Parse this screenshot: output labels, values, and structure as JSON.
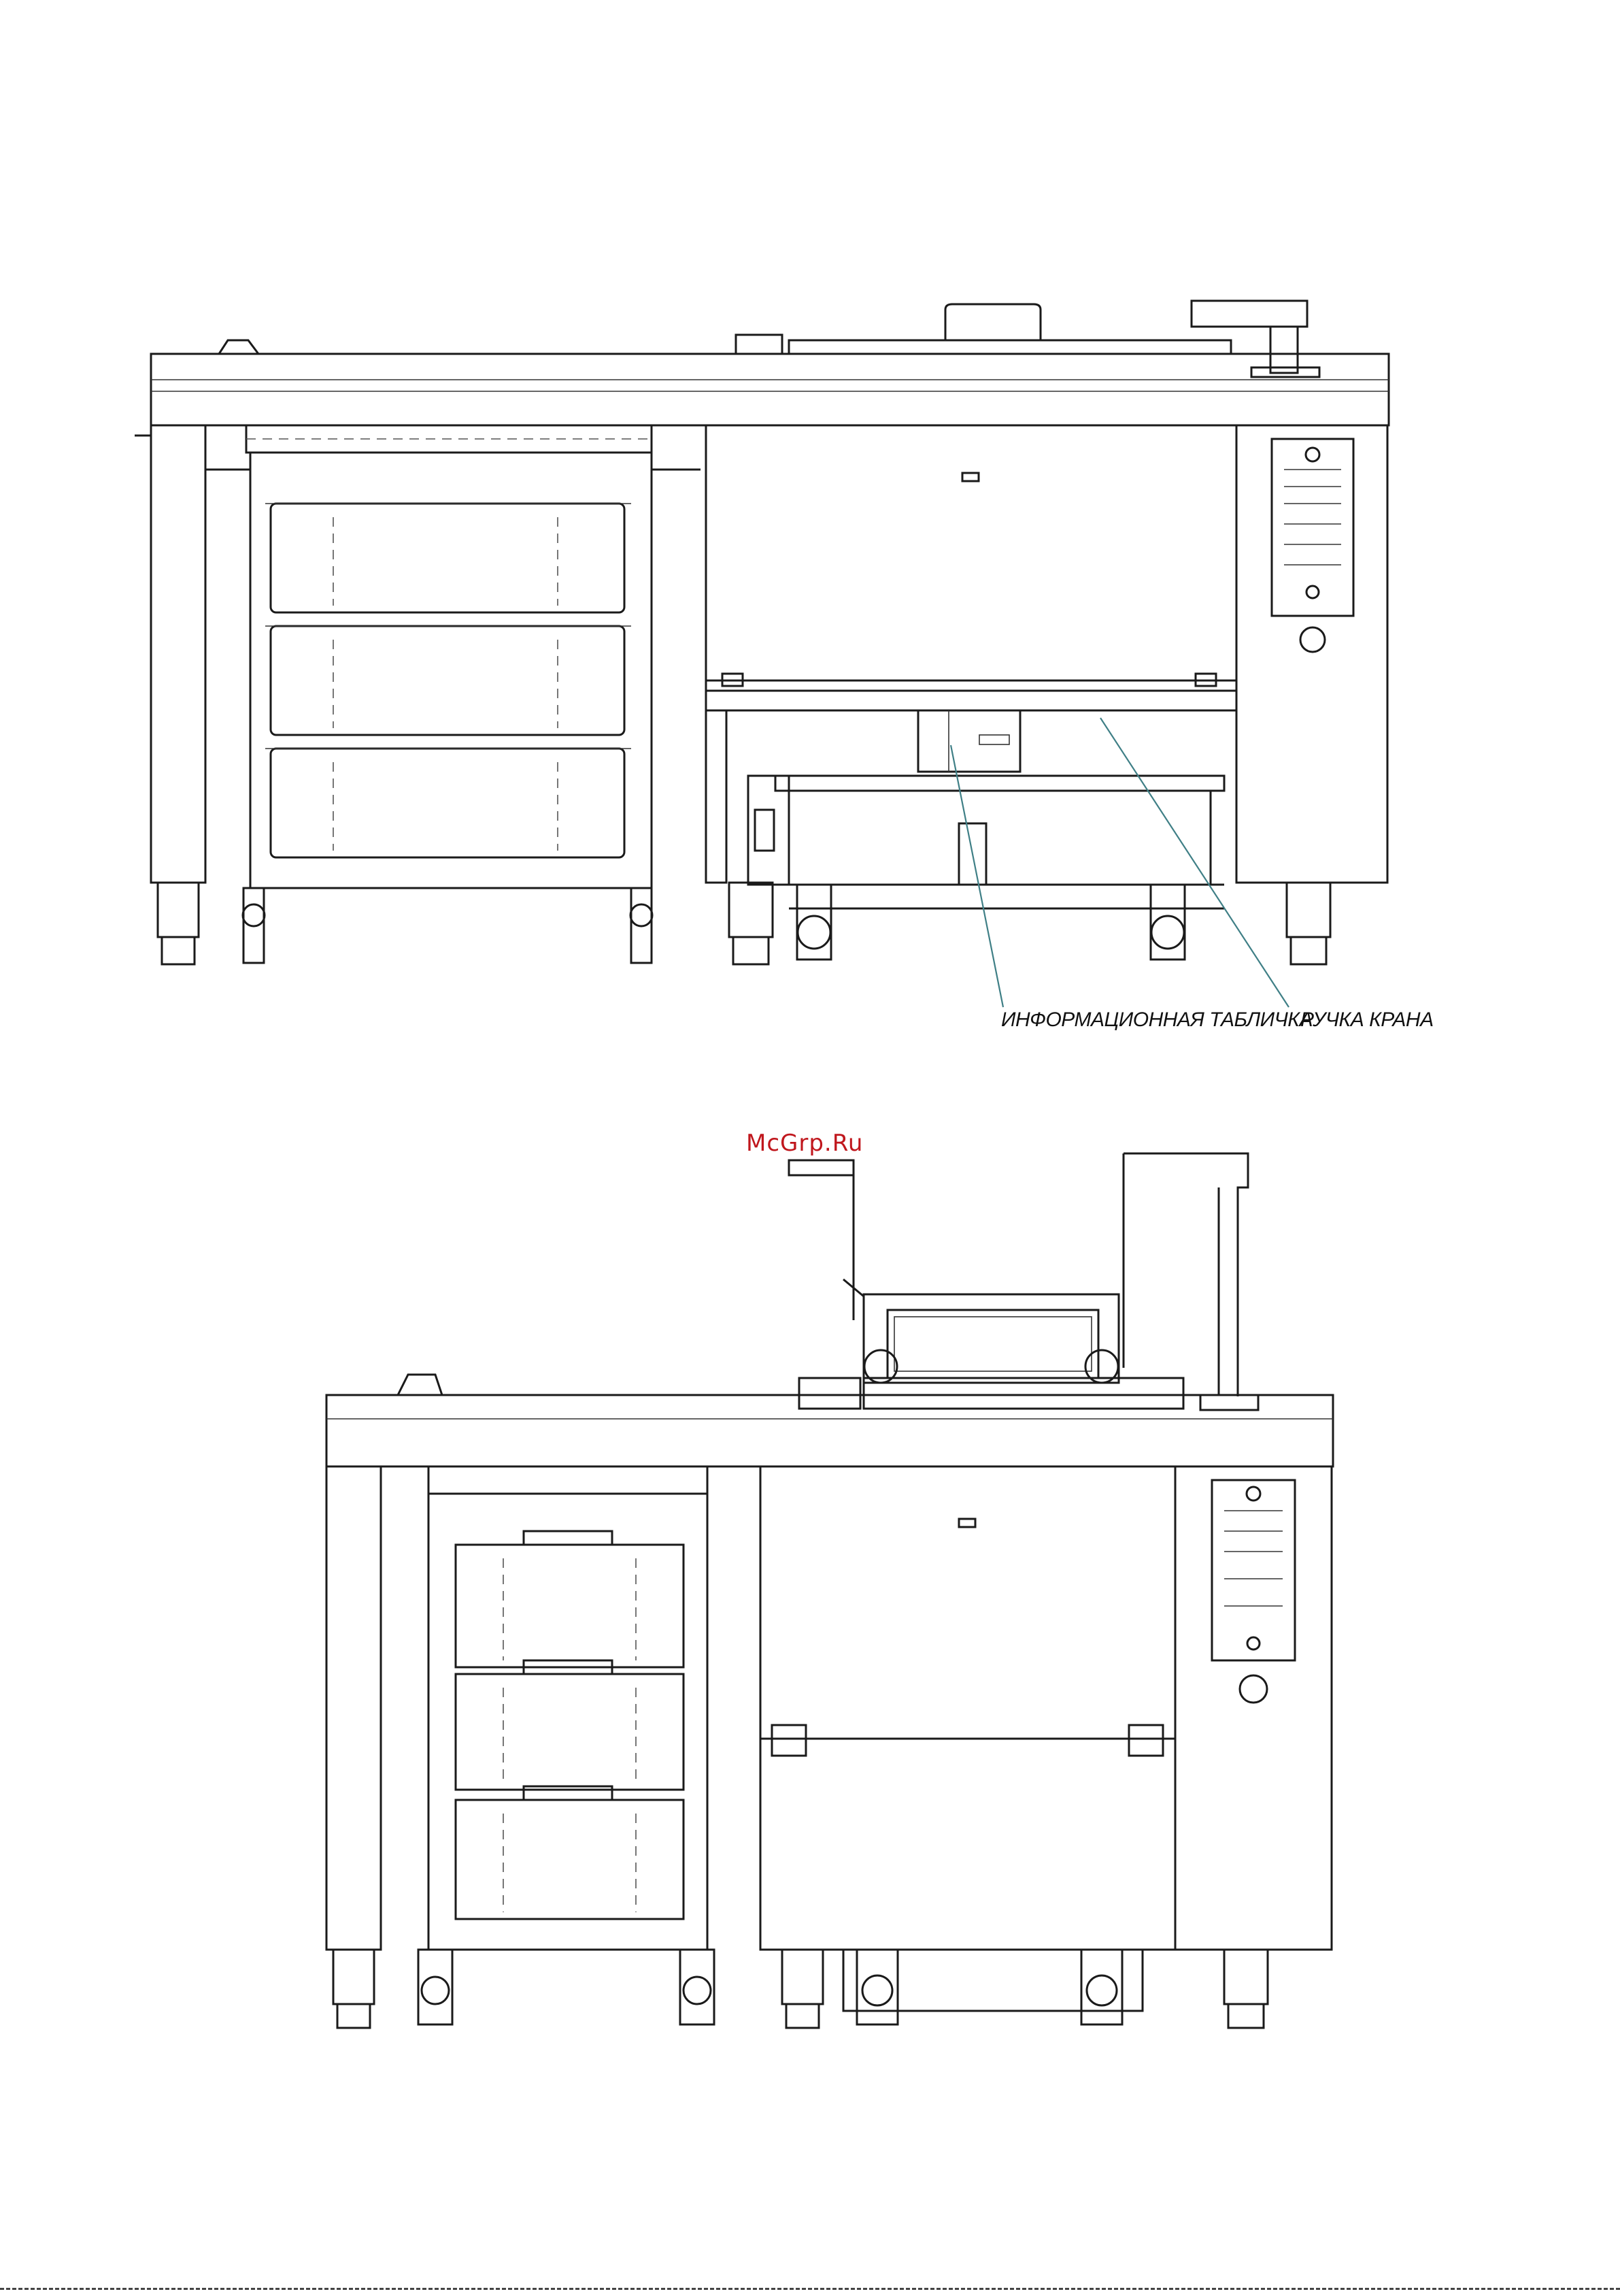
{
  "callouts": {
    "info_plate": "ИНФОРМАЦИОННАЯ ТАБЛИЧКА",
    "tap_handle": "РУЧКА КРАНА"
  },
  "watermark": "McGrp.Ru",
  "colors": {
    "line": "#1a1a1a",
    "leader": "#3f7f86",
    "watermark": "#c0171d"
  }
}
